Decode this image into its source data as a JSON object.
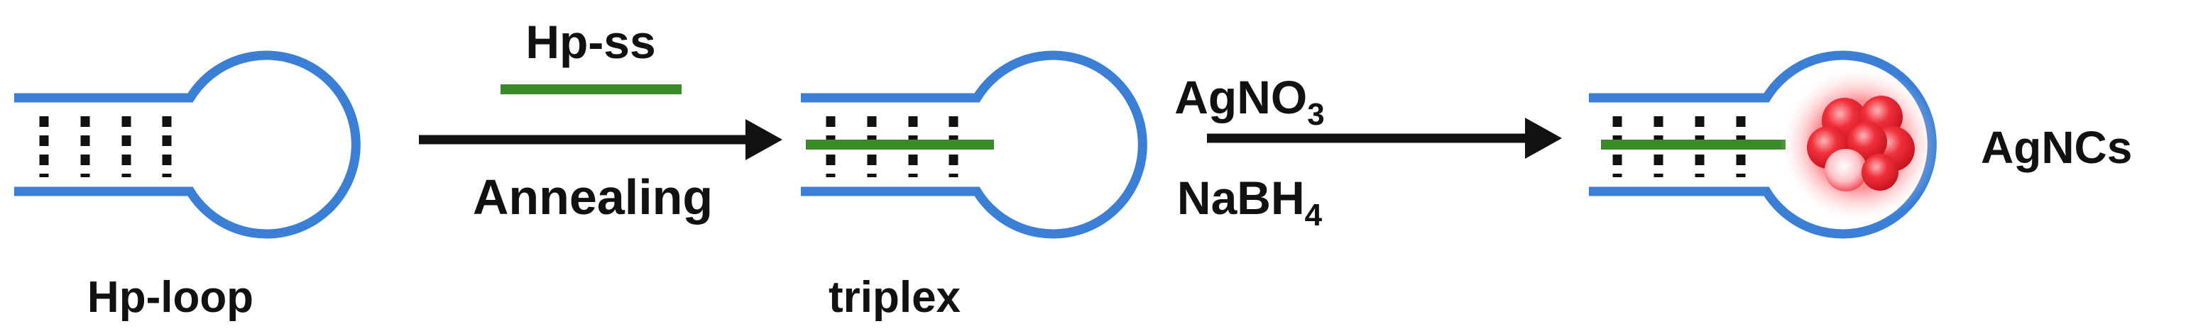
{
  "colors": {
    "strand": "#3a7fd5",
    "third_strand": "#3a8a2a",
    "pairing_dots": "#111111",
    "arrow": "#111111",
    "cluster": "#f0303a",
    "text": "#111111"
  },
  "structures": [
    {
      "label": "Hp-loop"
    },
    {
      "label": "triplex"
    },
    {
      "label": "AgNCs"
    }
  ],
  "steps": [
    {
      "reagent_label": "Hp-ss",
      "process_label": "Annealing"
    },
    {
      "reagent_1": {
        "base": "AgNO",
        "subscript": "3"
      },
      "reagent_2": {
        "base": "NaBH",
        "subscript": "4"
      }
    }
  ]
}
